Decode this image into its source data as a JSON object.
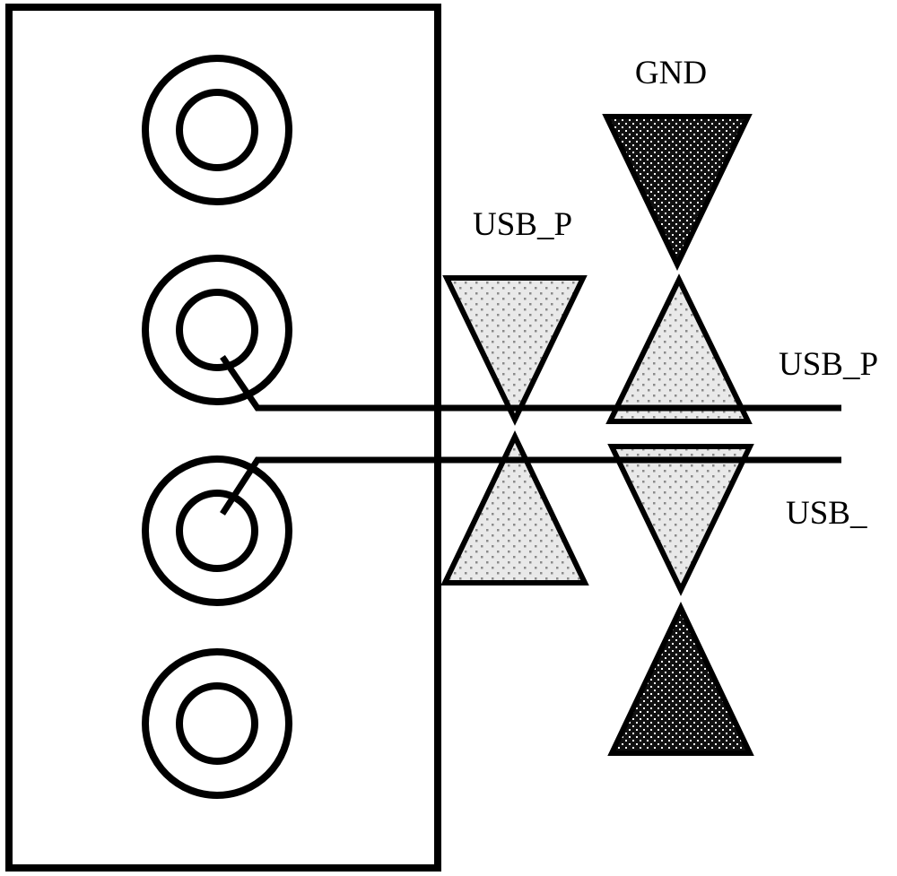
{
  "labels": {
    "gnd": "GND",
    "usb_p_top": "USB_P",
    "usb_p_right": "USB_P",
    "usb_minus_right": "USB_"
  },
  "colors": {
    "stroke": "#000000",
    "light_fill": "#e6e6e6",
    "dark_fill": "#1a1a1a",
    "background": "#ffffff"
  }
}
